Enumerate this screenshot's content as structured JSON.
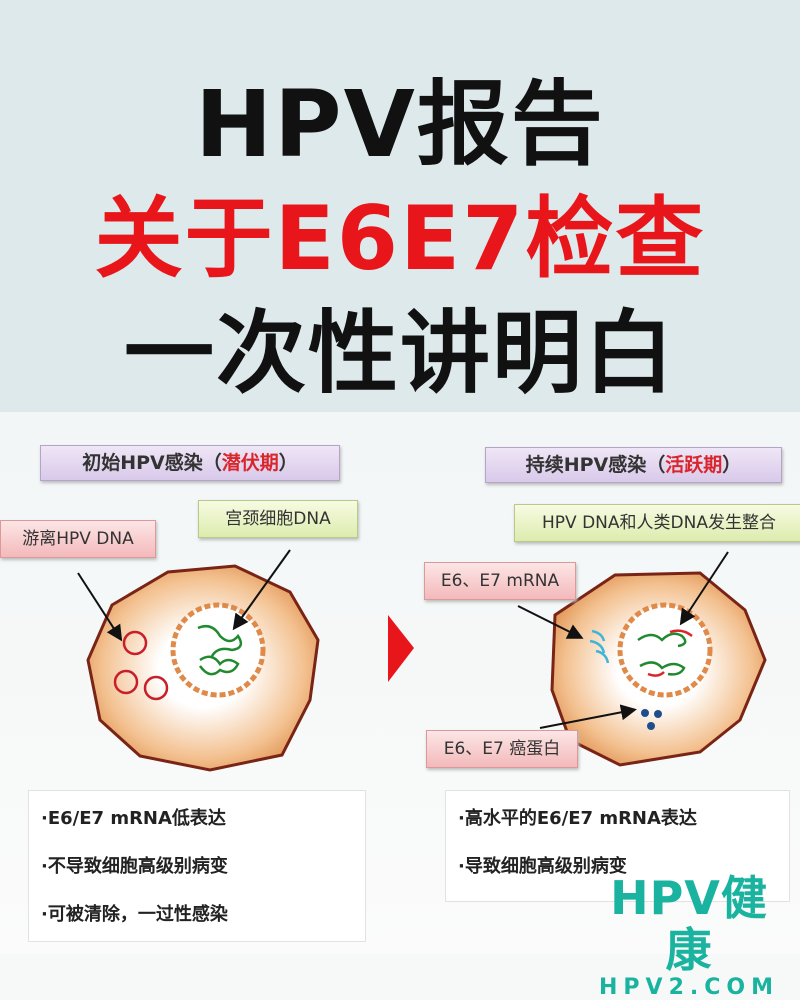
{
  "title": {
    "line1": "HPV报告",
    "line2": "关于E6E7检查",
    "line3": "一次性讲明白"
  },
  "left": {
    "phase_prefix": "初始HPV感染（",
    "phase_highlight": "潜伏期",
    "phase_suffix": "）",
    "label_free_dna": "游离HPV DNA",
    "label_cell_dna": "宫颈细胞DNA",
    "bullets": [
      "·E6/E7 mRNA低表达",
      "·不导致细胞高级别病变",
      "·可被清除，一过性感染"
    ]
  },
  "right": {
    "phase_prefix": "持续HPV感染（",
    "phase_highlight": "活跃期",
    "phase_suffix": "）",
    "label_integration": "HPV DNA和人类DNA发生整合",
    "label_mrna": "E6、E7 mRNA",
    "label_protein": "E6、E7 癌蛋白",
    "bullets": [
      "·高水平的E6/E7 mRNA表达",
      "·导致细胞高级别病变"
    ]
  },
  "logo": {
    "name": "HPV健康",
    "site": "HPV2.COM"
  },
  "colors": {
    "accent_red": "#e8161b",
    "logo_teal": "#19b39f"
  }
}
